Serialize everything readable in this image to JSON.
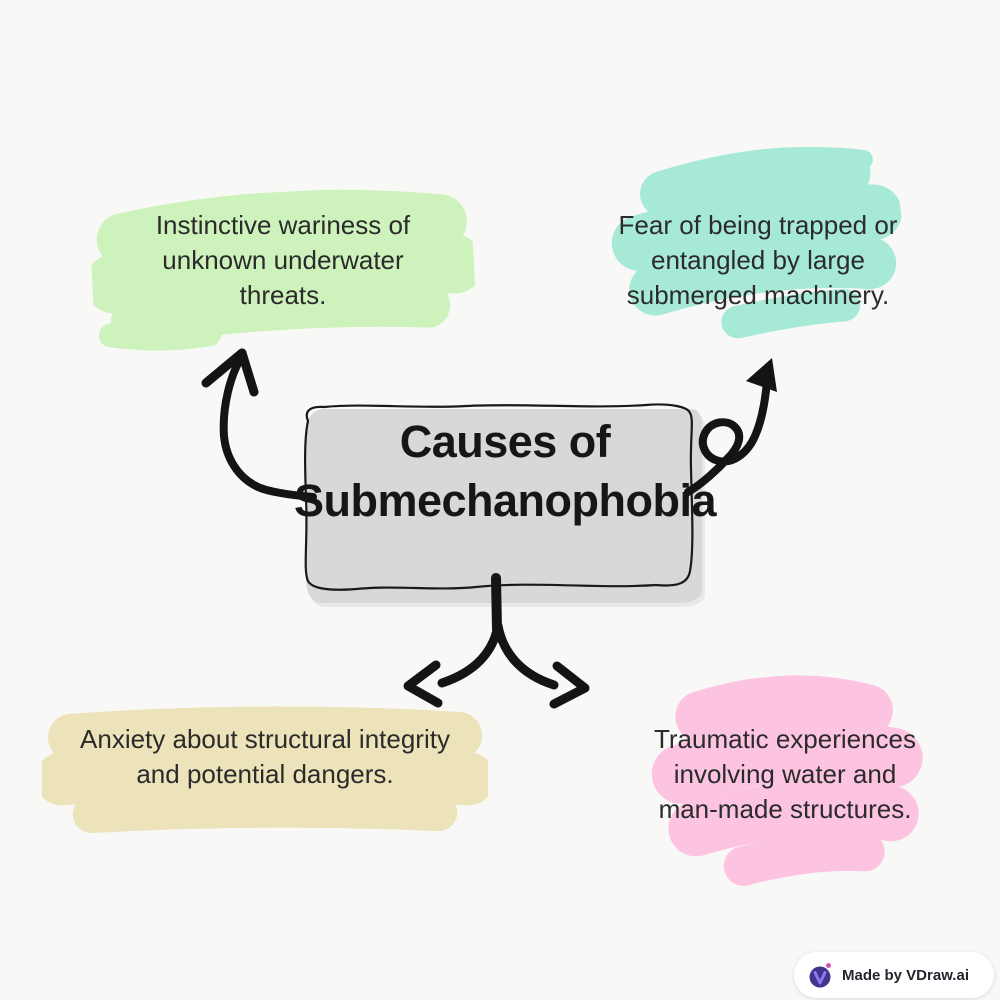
{
  "page": {
    "background": "#f8f8f7"
  },
  "diagram": {
    "text_color": "#2b2b2b",
    "arrow_color": "#141414",
    "center": {
      "title_lines": [
        "Causes of",
        "Submechanophobia"
      ],
      "fill_color": "#d8d8d8",
      "outline_color": "#1a1a1a",
      "title_color": "#161616"
    },
    "nodes": [
      {
        "position": "top-left",
        "highlight_color": "#cef2bc",
        "lines": [
          "Instinctive wariness of",
          "unknown underwater",
          "threats."
        ]
      },
      {
        "position": "top-right",
        "highlight_color": "#a6e9d7",
        "lines": [
          "Fear of being trapped or",
          "entangled by large",
          "submerged machinery."
        ]
      },
      {
        "position": "bottom-left",
        "highlight_color": "#ece3ba",
        "lines": [
          "Anxiety about structural integrity",
          "and potential dangers."
        ]
      },
      {
        "position": "bottom-right",
        "highlight_color": "#fcc4e1",
        "lines": [
          "Traumatic experiences",
          "involving water and",
          "man-made structures."
        ]
      }
    ]
  },
  "badge": {
    "label": "Made by VDraw.ai",
    "logo_letter": "V",
    "background": "#ffffff",
    "text_color": "#23262e",
    "logo_bg": "#43338a",
    "logo_letter_color": "#8d76f2",
    "logo_dot_color": "#d44fb3"
  }
}
